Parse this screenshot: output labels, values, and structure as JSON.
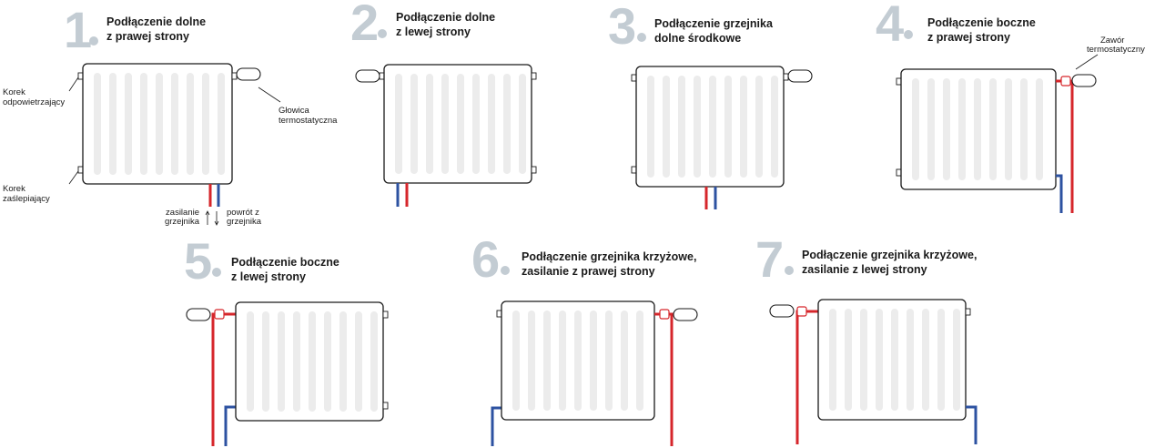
{
  "diagrams": [
    {
      "number": "1",
      "title_line1": "Podłączenie dolne",
      "title_line2": "z prawej strony"
    },
    {
      "number": "2",
      "title_line1": "Podłączenie dolne",
      "title_line2": "z lewej strony"
    },
    {
      "number": "3",
      "title_line1": "Podłączenie grzejnika",
      "title_line2": "dolne środkowe"
    },
    {
      "number": "4",
      "title_line1": "Podłączenie boczne",
      "title_line2": "z prawej strony"
    },
    {
      "number": "5",
      "title_line1": "Podłączenie boczne",
      "title_line2": "z lewej strony"
    },
    {
      "number": "6",
      "title_line1": "Podłączenie grzejnika krzyżowe,",
      "title_line2": "zasilanie z prawej strony"
    },
    {
      "number": "7",
      "title_line1": "Podłączenie grzejnika krzyżowe,",
      "title_line2": "zasilanie z lewej strony"
    }
  ],
  "labels": {
    "bleed_plug_line1": "Korek",
    "bleed_plug_line2": "odpowietrzający",
    "blind_plug_line1": "Korek",
    "blind_plug_line2": "zaślepiający",
    "thermo_head_line1": "Głowica",
    "thermo_head_line2": "termostatyczna",
    "supply_line1": "zasilanie",
    "supply_line2": "grzejnika",
    "return_line1": "powrót z",
    "return_line2": "grzejnika",
    "valve_line1": "Zawór",
    "valve_line2": "termostatyczny"
  },
  "colors": {
    "supply_pipe": "#d6262b",
    "return_pipe": "#2d52a1",
    "number_gray": "#c3ccd3"
  }
}
